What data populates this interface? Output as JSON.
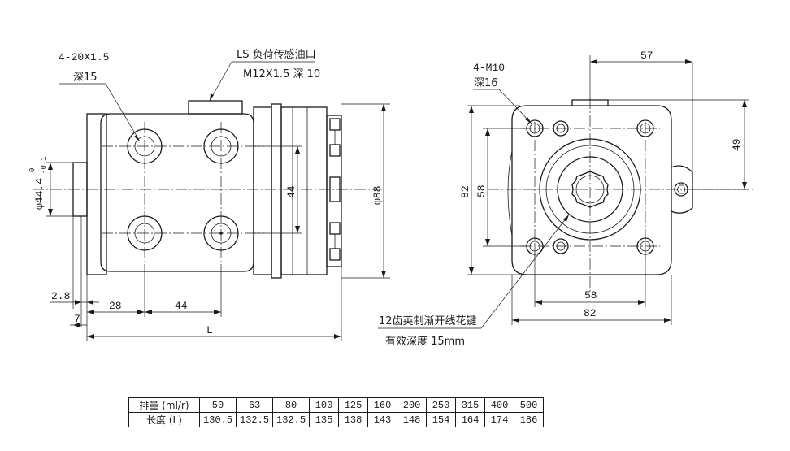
{
  "left_view": {
    "thread_callout": [
      "4-20X1.5",
      "深15"
    ],
    "ls_callout": [
      "LS 负荷传感油口",
      "M12X1.5 深 10"
    ],
    "dim_inner_44": "44",
    "dim_dia_88": "φ88",
    "dim_dia_44": "φ44.4",
    "dim_tol": "0",
    "dim_tol_lower": "-0.1",
    "dim_2_8": "2.8",
    "dim_7": "7",
    "dim_28": "28",
    "dim_44": "44",
    "dim_L": "L"
  },
  "right_view": {
    "thread_callout": [
      "4-M10",
      "深16"
    ],
    "dim_57": "57",
    "dim_49": "49",
    "dim_82_v": "82",
    "dim_58_v": "58",
    "dim_58_h": "58",
    "dim_82_h": "82",
    "spline_callout": [
      "12齿英制渐开线花键",
      "有效深度  15mm"
    ]
  },
  "table": {
    "row1_label": "排量 (ml/r)",
    "row2_label": "长度 (L)",
    "displacement": [
      "50",
      "63",
      "80",
      "100",
      "125",
      "160",
      "200",
      "250",
      "315",
      "400",
      "500"
    ],
    "length": [
      "130.5",
      "132.5",
      "132.5",
      "135",
      "138",
      "143",
      "148",
      "154",
      "164",
      "174",
      "186"
    ]
  }
}
